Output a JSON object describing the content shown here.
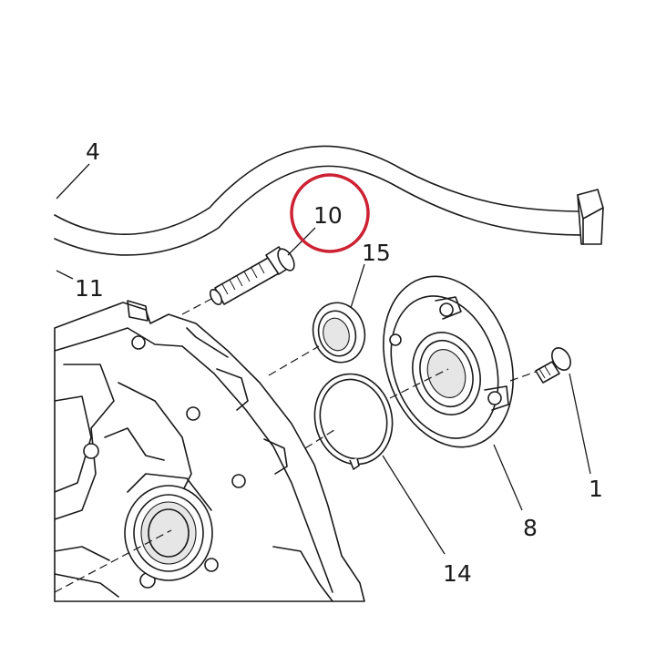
{
  "callouts": {
    "c4": "4",
    "c10": "10",
    "c11": "11",
    "c15": "15",
    "c1": "1",
    "c8": "8",
    "c14": "14"
  },
  "highlight": {
    "target": "10",
    "color": "#cc2233"
  },
  "icons": {
    "highlight": "highlight-circle-icon"
  }
}
